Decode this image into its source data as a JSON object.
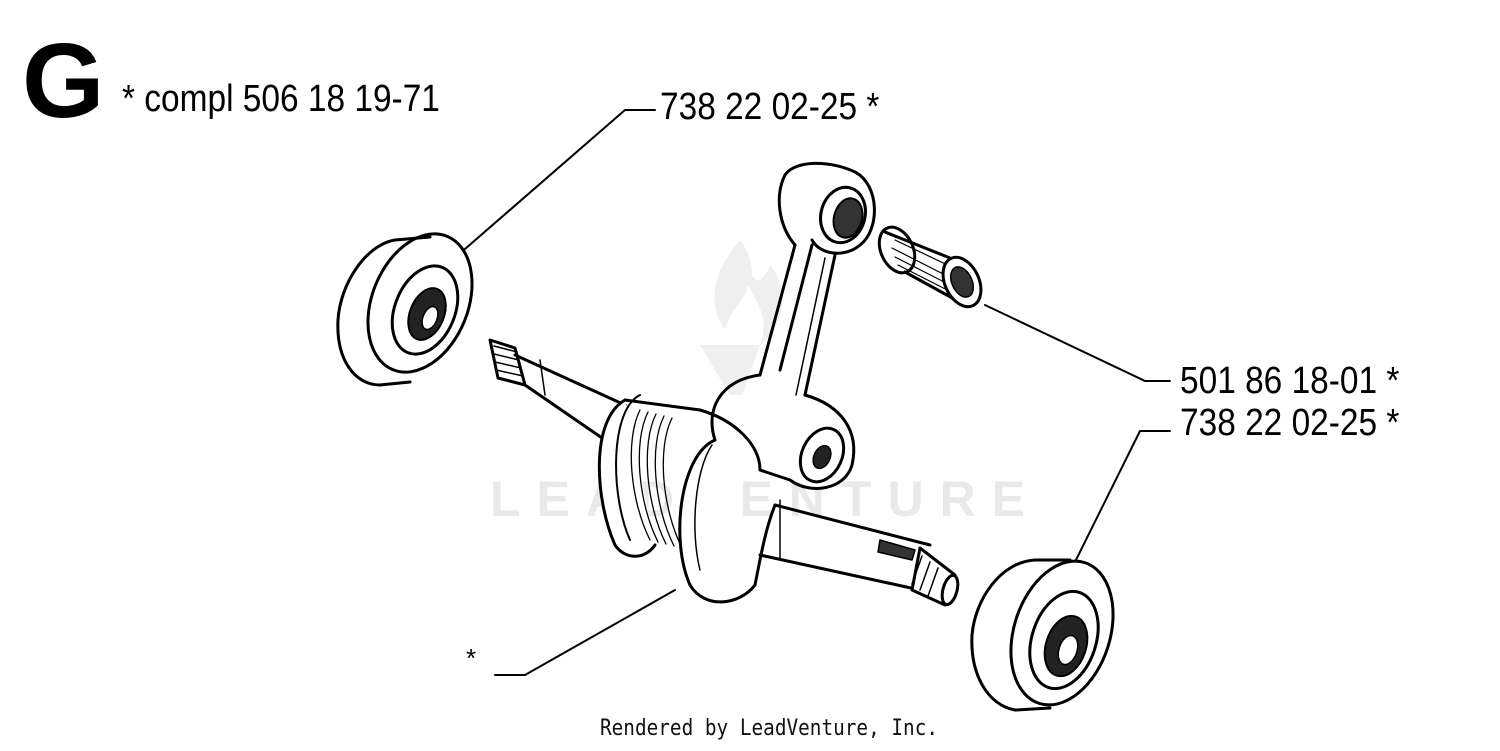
{
  "section": {
    "letter": "G",
    "kit_label": "*  compl 506 18 19-71"
  },
  "callouts": {
    "bearing_top": "738 22 02-25  *",
    "needle_bearing": "501 86 18-01  *",
    "bearing_bottom": "738 22 02-25  *",
    "crankshaft": "*"
  },
  "watermark": {
    "text": "LEADVENTURE"
  },
  "footer": {
    "credit": "Rendered by LeadVenture, Inc."
  },
  "colors": {
    "ink": "#000000",
    "paper": "#ffffff",
    "watermark": "#e9e9e9"
  }
}
